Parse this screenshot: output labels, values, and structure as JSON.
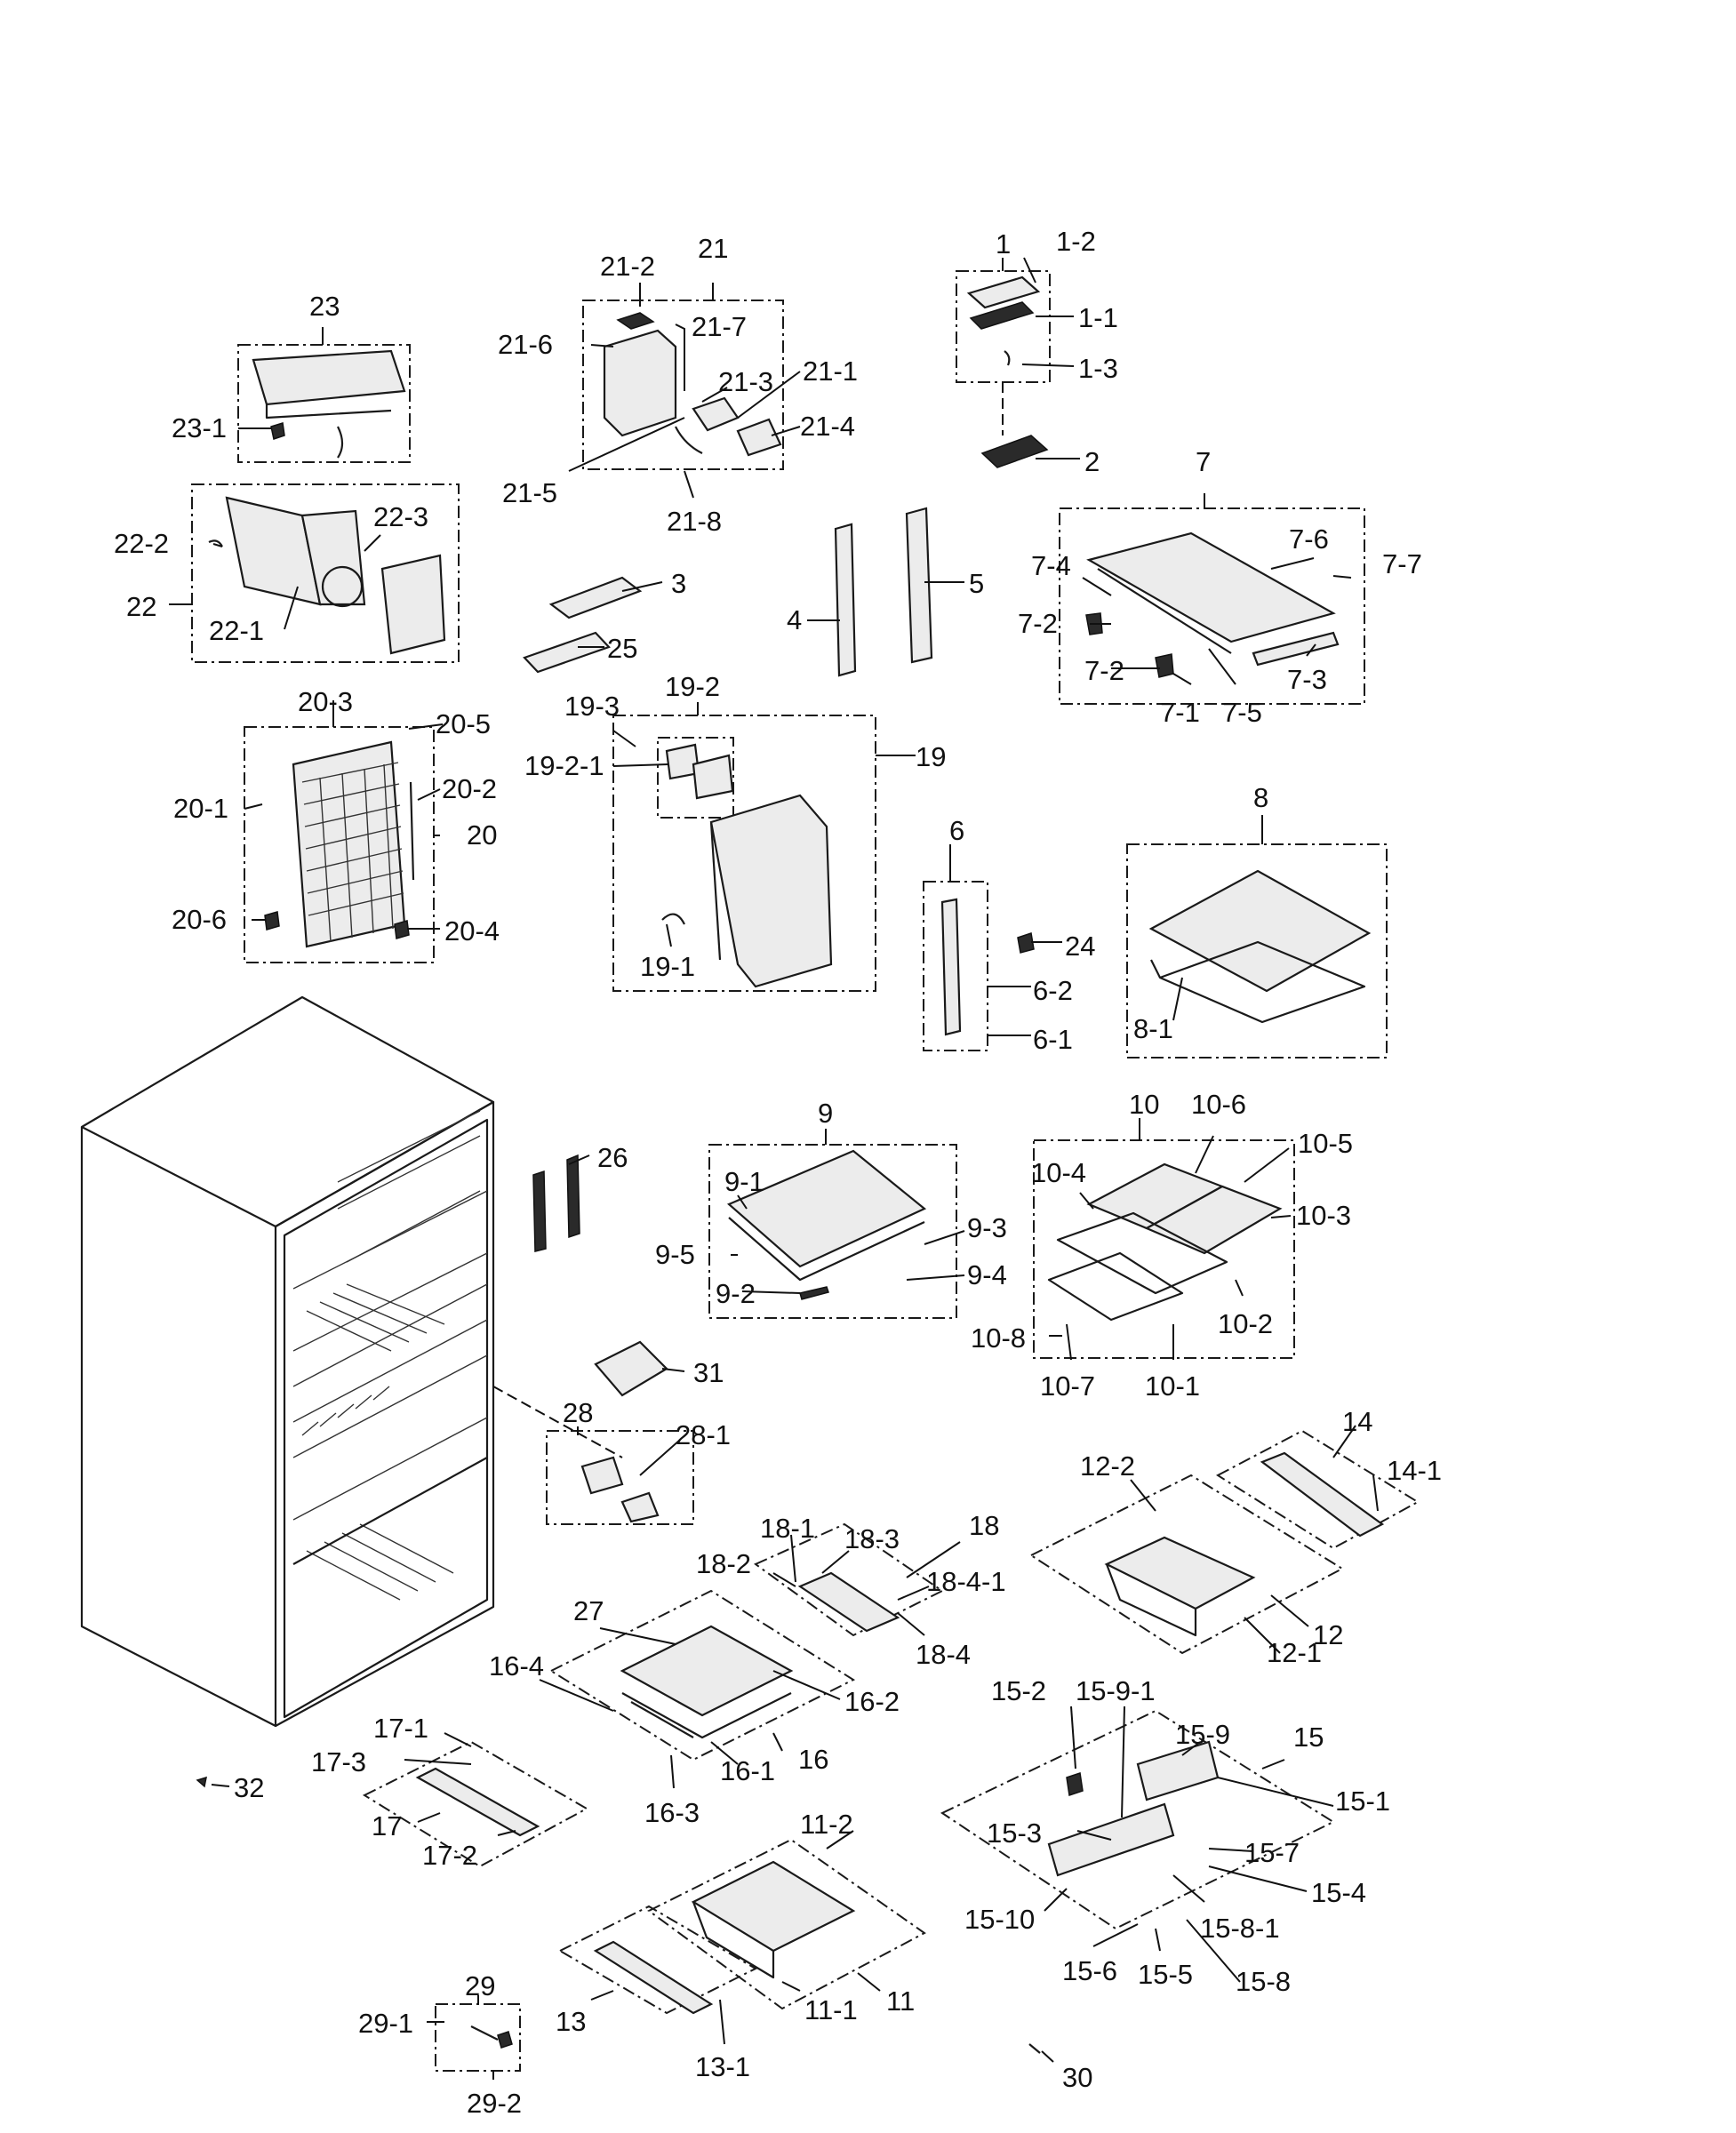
{
  "labels": [
    {
      "id": "1",
      "text": "1"
    },
    {
      "id": "1-1",
      "text": "1-1"
    },
    {
      "id": "1-2",
      "text": "1-2"
    },
    {
      "id": "1-3",
      "text": "1-3"
    },
    {
      "id": "2",
      "text": "2"
    },
    {
      "id": "3",
      "text": "3"
    },
    {
      "id": "4",
      "text": "4"
    },
    {
      "id": "5",
      "text": "5"
    },
    {
      "id": "6",
      "text": "6"
    },
    {
      "id": "6-1",
      "text": "6-1"
    },
    {
      "id": "6-2",
      "text": "6-2"
    },
    {
      "id": "7",
      "text": "7"
    },
    {
      "id": "7-1",
      "text": "7-1"
    },
    {
      "id": "7-2a",
      "text": "7-2"
    },
    {
      "id": "7-2b",
      "text": "7-2"
    },
    {
      "id": "7-3",
      "text": "7-3"
    },
    {
      "id": "7-4",
      "text": "7-4"
    },
    {
      "id": "7-5",
      "text": "7-5"
    },
    {
      "id": "7-6",
      "text": "7-6"
    },
    {
      "id": "7-7",
      "text": "7-7"
    },
    {
      "id": "8",
      "text": "8"
    },
    {
      "id": "8-1",
      "text": "8-1"
    },
    {
      "id": "9",
      "text": "9"
    },
    {
      "id": "9-1",
      "text": "9-1"
    },
    {
      "id": "9-2",
      "text": "9-2"
    },
    {
      "id": "9-3",
      "text": "9-3"
    },
    {
      "id": "9-4",
      "text": "9-4"
    },
    {
      "id": "9-5",
      "text": "9-5"
    },
    {
      "id": "10",
      "text": "10"
    },
    {
      "id": "10-1",
      "text": "10-1"
    },
    {
      "id": "10-2",
      "text": "10-2"
    },
    {
      "id": "10-3",
      "text": "10-3"
    },
    {
      "id": "10-4",
      "text": "10-4"
    },
    {
      "id": "10-5",
      "text": "10-5"
    },
    {
      "id": "10-6",
      "text": "10-6"
    },
    {
      "id": "10-7",
      "text": "10-7"
    },
    {
      "id": "10-8",
      "text": "10-8"
    },
    {
      "id": "11",
      "text": "11"
    },
    {
      "id": "11-1",
      "text": "11-1"
    },
    {
      "id": "11-2",
      "text": "11-2"
    },
    {
      "id": "12",
      "text": "12"
    },
    {
      "id": "12-1",
      "text": "12-1"
    },
    {
      "id": "12-2",
      "text": "12-2"
    },
    {
      "id": "13",
      "text": "13"
    },
    {
      "id": "13-1",
      "text": "13-1"
    },
    {
      "id": "14",
      "text": "14"
    },
    {
      "id": "14-1",
      "text": "14-1"
    },
    {
      "id": "15",
      "text": "15"
    },
    {
      "id": "15-1",
      "text": "15-1"
    },
    {
      "id": "15-2",
      "text": "15-2"
    },
    {
      "id": "15-3",
      "text": "15-3"
    },
    {
      "id": "15-4",
      "text": "15-4"
    },
    {
      "id": "15-5",
      "text": "15-5"
    },
    {
      "id": "15-6",
      "text": "15-6"
    },
    {
      "id": "15-7",
      "text": "15-7"
    },
    {
      "id": "15-8",
      "text": "15-8"
    },
    {
      "id": "15-8-1",
      "text": "15-8-1"
    },
    {
      "id": "15-9",
      "text": "15-9"
    },
    {
      "id": "15-9-1",
      "text": "15-9-1"
    },
    {
      "id": "15-10",
      "text": "15-10"
    },
    {
      "id": "16",
      "text": "16"
    },
    {
      "id": "16-1",
      "text": "16-1"
    },
    {
      "id": "16-2",
      "text": "16-2"
    },
    {
      "id": "16-3",
      "text": "16-3"
    },
    {
      "id": "16-4",
      "text": "16-4"
    },
    {
      "id": "17",
      "text": "17"
    },
    {
      "id": "17-1",
      "text": "17-1"
    },
    {
      "id": "17-2",
      "text": "17-2"
    },
    {
      "id": "17-3",
      "text": "17-3"
    },
    {
      "id": "18",
      "text": "18"
    },
    {
      "id": "18-1",
      "text": "18-1"
    },
    {
      "id": "18-2",
      "text": "18-2"
    },
    {
      "id": "18-3",
      "text": "18-3"
    },
    {
      "id": "18-4",
      "text": "18-4"
    },
    {
      "id": "18-4-1",
      "text": "18-4-1"
    },
    {
      "id": "19",
      "text": "19"
    },
    {
      "id": "19-1",
      "text": "19-1"
    },
    {
      "id": "19-2",
      "text": "19-2"
    },
    {
      "id": "19-2-1",
      "text": "19-2-1"
    },
    {
      "id": "19-3",
      "text": "19-3"
    },
    {
      "id": "20",
      "text": "20"
    },
    {
      "id": "20-1",
      "text": "20-1"
    },
    {
      "id": "20-2",
      "text": "20-2"
    },
    {
      "id": "20-3",
      "text": "20-3"
    },
    {
      "id": "20-4",
      "text": "20-4"
    },
    {
      "id": "20-5",
      "text": "20-5"
    },
    {
      "id": "20-6",
      "text": "20-6"
    },
    {
      "id": "21",
      "text": "21"
    },
    {
      "id": "21-1",
      "text": "21-1"
    },
    {
      "id": "21-2",
      "text": "21-2"
    },
    {
      "id": "21-3",
      "text": "21-3"
    },
    {
      "id": "21-4",
      "text": "21-4"
    },
    {
      "id": "21-5",
      "text": "21-5"
    },
    {
      "id": "21-6",
      "text": "21-6"
    },
    {
      "id": "21-7",
      "text": "21-7"
    },
    {
      "id": "21-8",
      "text": "21-8"
    },
    {
      "id": "22",
      "text": "22"
    },
    {
      "id": "22-1",
      "text": "22-1"
    },
    {
      "id": "22-2",
      "text": "22-2"
    },
    {
      "id": "22-3",
      "text": "22-3"
    },
    {
      "id": "23",
      "text": "23"
    },
    {
      "id": "23-1",
      "text": "23-1"
    },
    {
      "id": "24",
      "text": "24"
    },
    {
      "id": "25",
      "text": "25"
    },
    {
      "id": "26",
      "text": "26"
    },
    {
      "id": "27",
      "text": "27"
    },
    {
      "id": "28",
      "text": "28"
    },
    {
      "id": "28-1",
      "text": "28-1"
    },
    {
      "id": "29",
      "text": "29"
    },
    {
      "id": "29-1",
      "text": "29-1"
    },
    {
      "id": "29-2",
      "text": "29-2"
    },
    {
      "id": "30",
      "text": "30"
    },
    {
      "id": "31",
      "text": "31"
    },
    {
      "id": "32",
      "text": "32"
    }
  ]
}
